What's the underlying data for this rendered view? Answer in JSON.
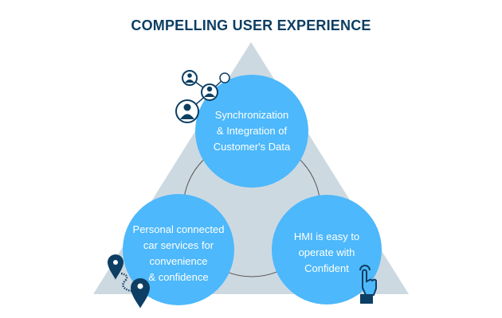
{
  "title": "COMPELLING USER EXPERIENCE",
  "colors": {
    "title": "#0d3e63",
    "triangle": "#cdd9e1",
    "circle": "#4db8fb",
    "icon": "#0d3e63",
    "ring": "#555555",
    "circle_text": "#ffffff"
  },
  "nodes": [
    {
      "id": "top",
      "lines": [
        "Synchronization",
        "& Integration of",
        "Customer's Data"
      ],
      "icon": "user-network-icon"
    },
    {
      "id": "bottom-left",
      "lines": [
        "Personal connected",
        "car services for",
        "convenience",
        "& confidence"
      ],
      "icon": "map-route-pins-icon"
    },
    {
      "id": "bottom-right",
      "lines": [
        "HMI is easy to",
        "operate with",
        "Confident"
      ],
      "icon": "touch-hand-icon"
    }
  ]
}
